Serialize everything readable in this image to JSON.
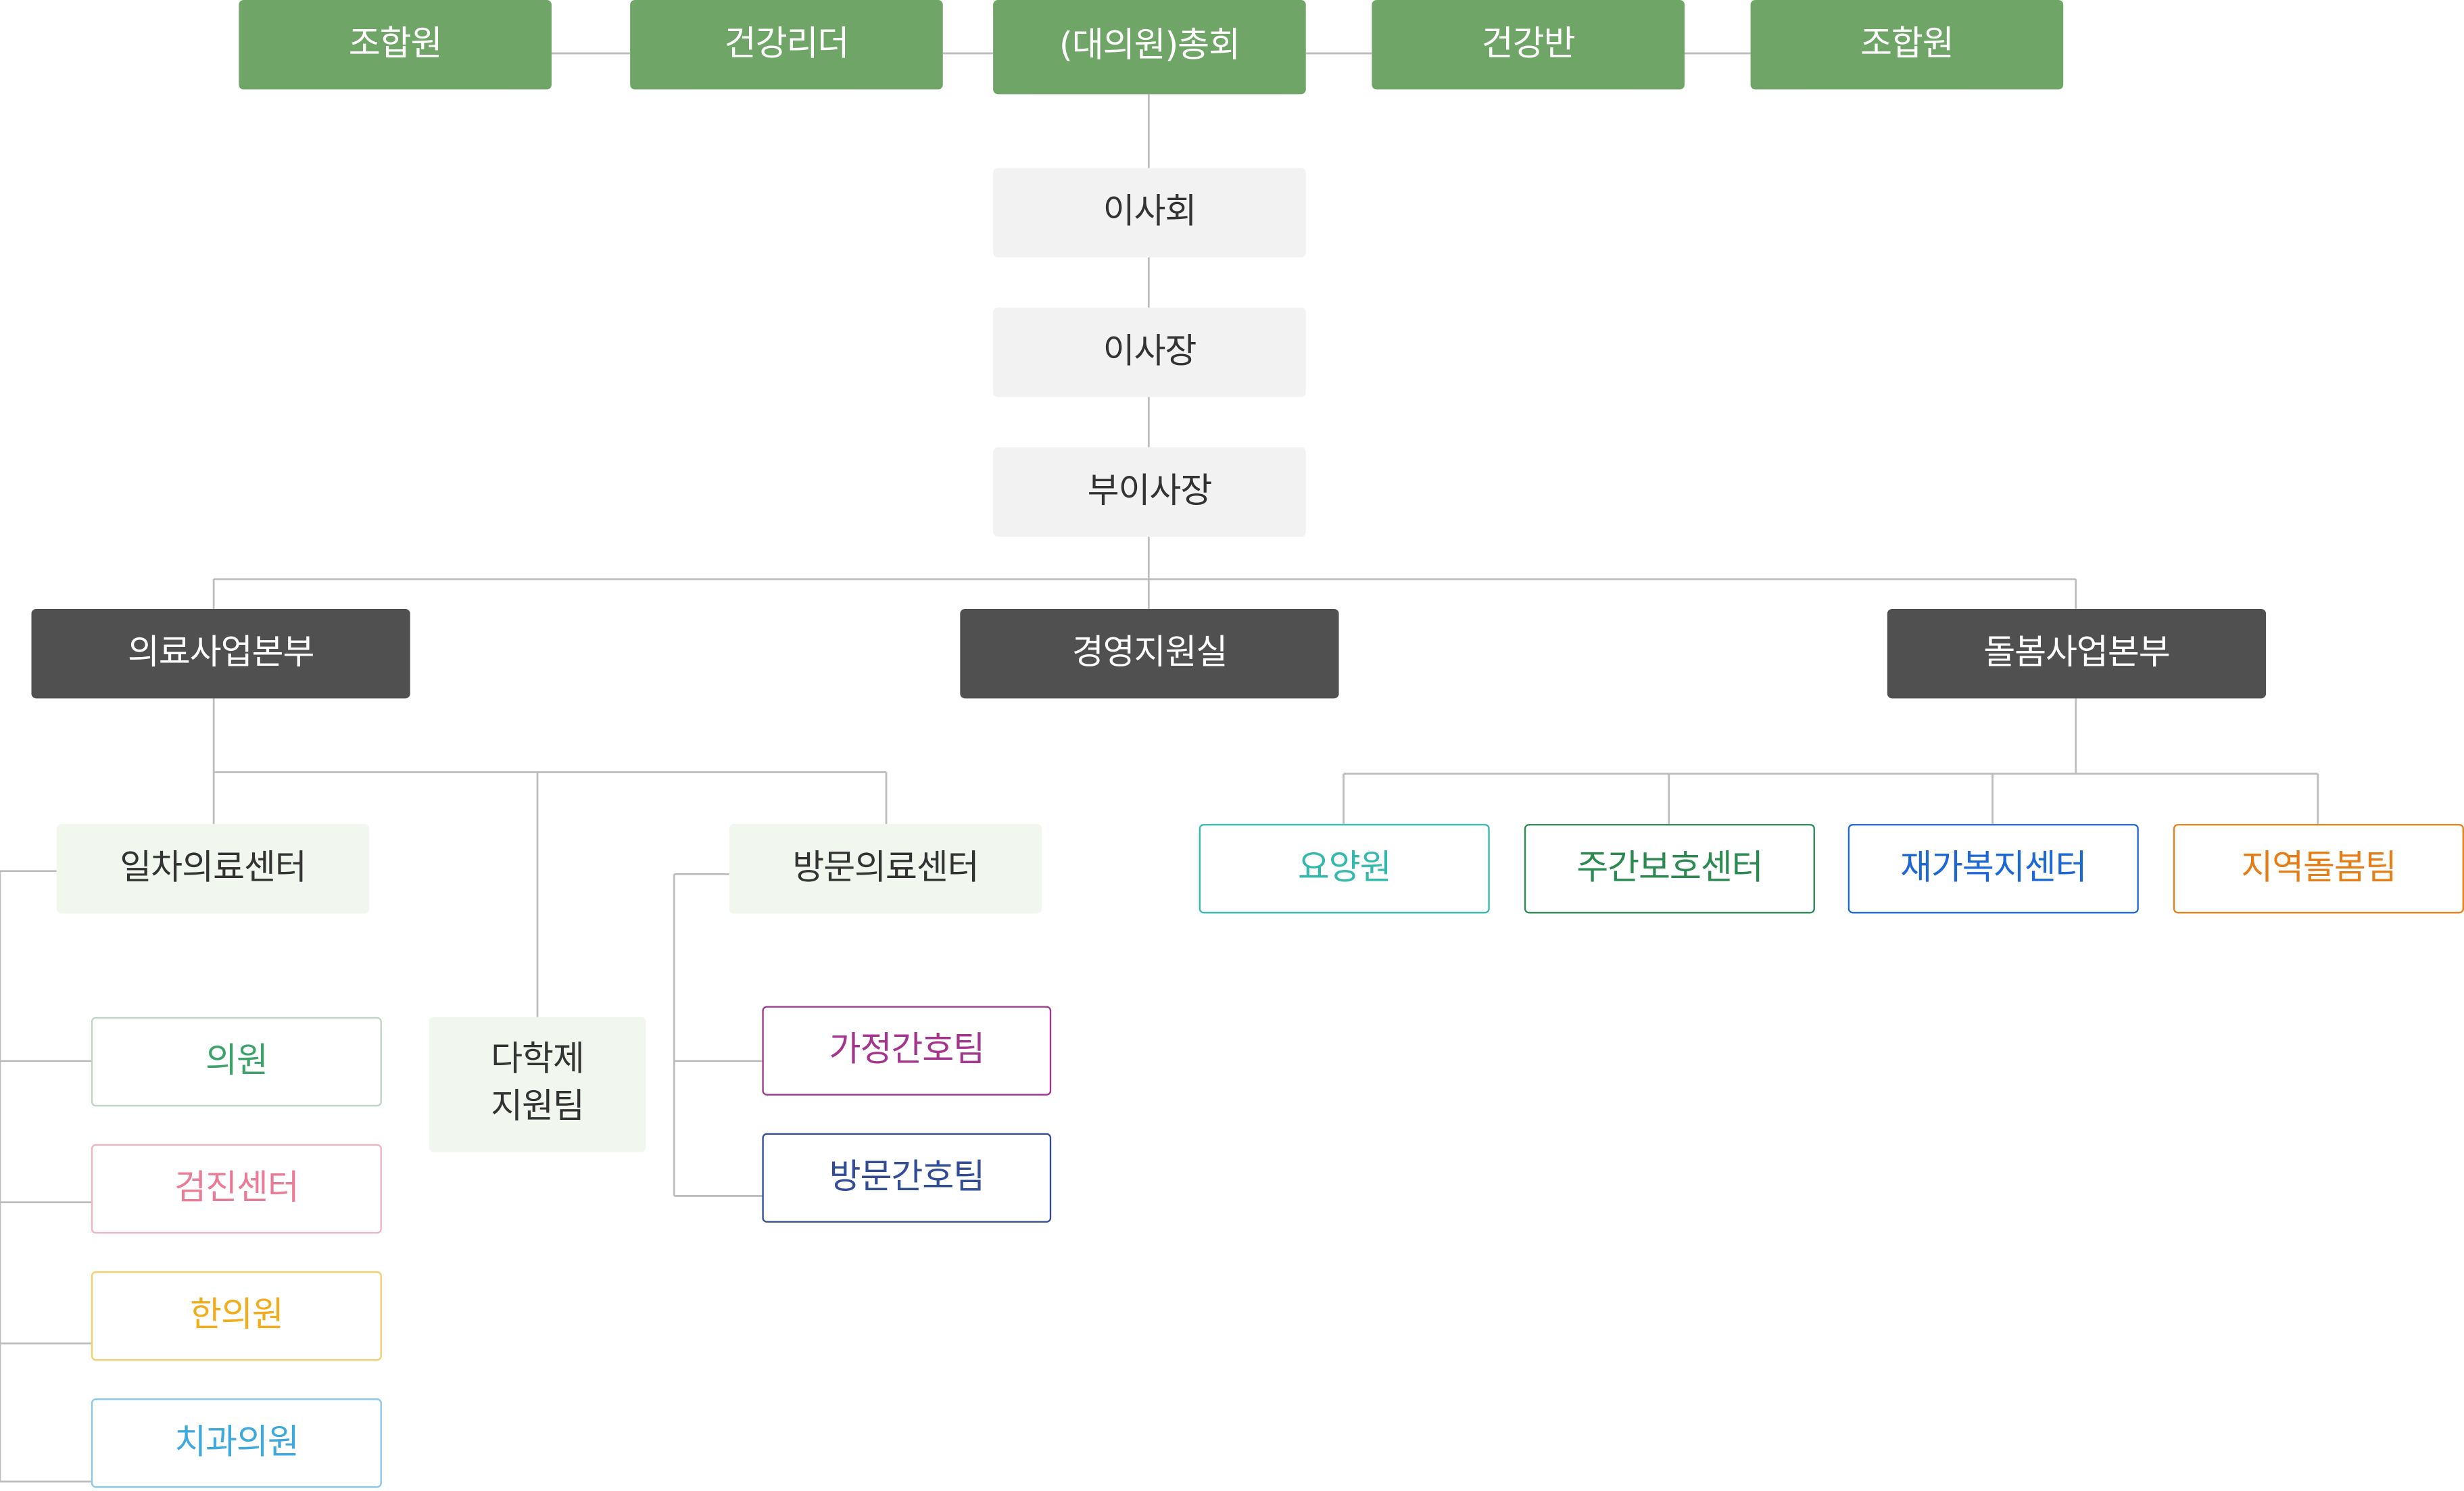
{
  "top_row": [
    "조합원",
    "건강리더",
    "(대의원)총회",
    "건강반",
    "조합원"
  ],
  "executive": [
    "이사회",
    "이사장",
    "부이사장"
  ],
  "divisions": [
    "의료사업본부",
    "경영지원실",
    "돌봄사업본부"
  ],
  "medical": {
    "centers": [
      "일차의료센터",
      "다학제\n지원팀",
      "방문의료센터"
    ],
    "primary_units": [
      "의원",
      "검진센터",
      "한의원",
      "치과의원"
    ],
    "visit_units": [
      "가정간호팀",
      "방문간호팀"
    ]
  },
  "care_units": [
    "요양원",
    "주간보호센터",
    "재가복지센터",
    "지역돌봄팀"
  ],
  "colors": {
    "top_fill": "#6fa566",
    "division_fill": "#505050",
    "clinic": "#3da36a",
    "checkup": "#e97c97",
    "korean_medicine": "#f2ad1c",
    "dental": "#3fa9db",
    "home_nursing": "#a4358e",
    "visit_nursing": "#324c96",
    "nursing_home": "#35b9ad",
    "day_care": "#2a8a4f",
    "home_welfare": "#1d68d4",
    "community_care": "#e37f1b",
    "connector": "#bdbdbd"
  }
}
